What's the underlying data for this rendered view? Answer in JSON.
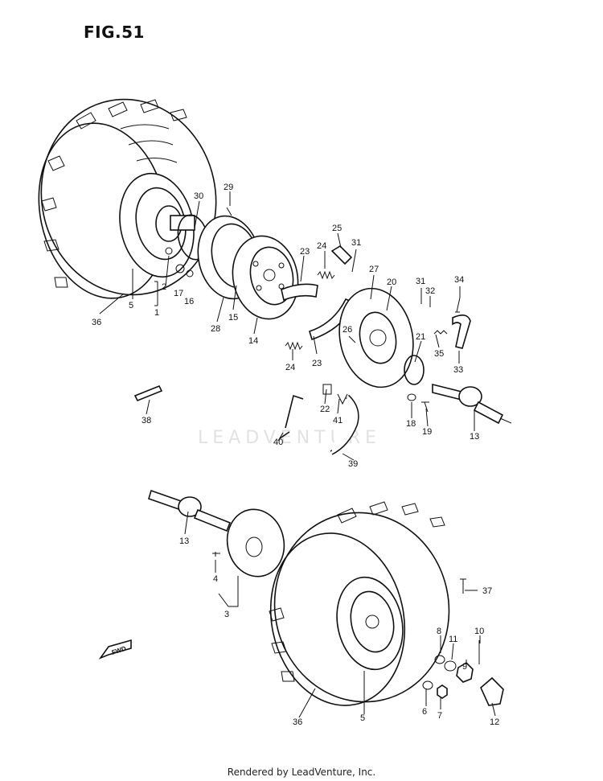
{
  "figure": {
    "title": "FIG.51"
  },
  "watermark": {
    "text": "LEADVENTURE"
  },
  "footer": {
    "text": "Rendered by LeadVenture, Inc."
  },
  "fwd_label": "FWD",
  "callouts": [
    {
      "id": "c36a",
      "label": "36"
    },
    {
      "id": "c5a",
      "label": "5"
    },
    {
      "id": "c1",
      "label": "1"
    },
    {
      "id": "c2",
      "label": "2"
    },
    {
      "id": "c17",
      "label": "17"
    },
    {
      "id": "c16",
      "label": "16"
    },
    {
      "id": "c30",
      "label": "30"
    },
    {
      "id": "c29",
      "label": "29"
    },
    {
      "id": "c28",
      "label": "28"
    },
    {
      "id": "c15",
      "label": "15"
    },
    {
      "id": "c14",
      "label": "14"
    },
    {
      "id": "c23a",
      "label": "23"
    },
    {
      "id": "c24a",
      "label": "24"
    },
    {
      "id": "c25",
      "label": "25"
    },
    {
      "id": "c31a",
      "label": "31"
    },
    {
      "id": "c27",
      "label": "27"
    },
    {
      "id": "c20",
      "label": "20"
    },
    {
      "id": "c31b",
      "label": "31"
    },
    {
      "id": "c32",
      "label": "32"
    },
    {
      "id": "c34",
      "label": "34"
    },
    {
      "id": "c26",
      "label": "26"
    },
    {
      "id": "c21",
      "label": "21"
    },
    {
      "id": "c35",
      "label": "35"
    },
    {
      "id": "c33",
      "label": "33"
    },
    {
      "id": "c24b",
      "label": "24"
    },
    {
      "id": "c23b",
      "label": "23"
    },
    {
      "id": "c22",
      "label": "22"
    },
    {
      "id": "c41",
      "label": "41"
    },
    {
      "id": "c18",
      "label": "18"
    },
    {
      "id": "c19",
      "label": "19"
    },
    {
      "id": "c13a",
      "label": "13"
    },
    {
      "id": "c38",
      "label": "38"
    },
    {
      "id": "c40",
      "label": "40"
    },
    {
      "id": "c39",
      "label": "39"
    },
    {
      "id": "c13b",
      "label": "13"
    },
    {
      "id": "c4",
      "label": "4"
    },
    {
      "id": "c3",
      "label": "3"
    },
    {
      "id": "c37",
      "label": "37"
    },
    {
      "id": "c8",
      "label": "8"
    },
    {
      "id": "c11",
      "label": "11"
    },
    {
      "id": "c10",
      "label": "10"
    },
    {
      "id": "c9",
      "label": "9"
    },
    {
      "id": "c6",
      "label": "6"
    },
    {
      "id": "c7",
      "label": "7"
    },
    {
      "id": "c12",
      "label": "12"
    },
    {
      "id": "c36b",
      "label": "36"
    },
    {
      "id": "c5b",
      "label": "5"
    }
  ]
}
